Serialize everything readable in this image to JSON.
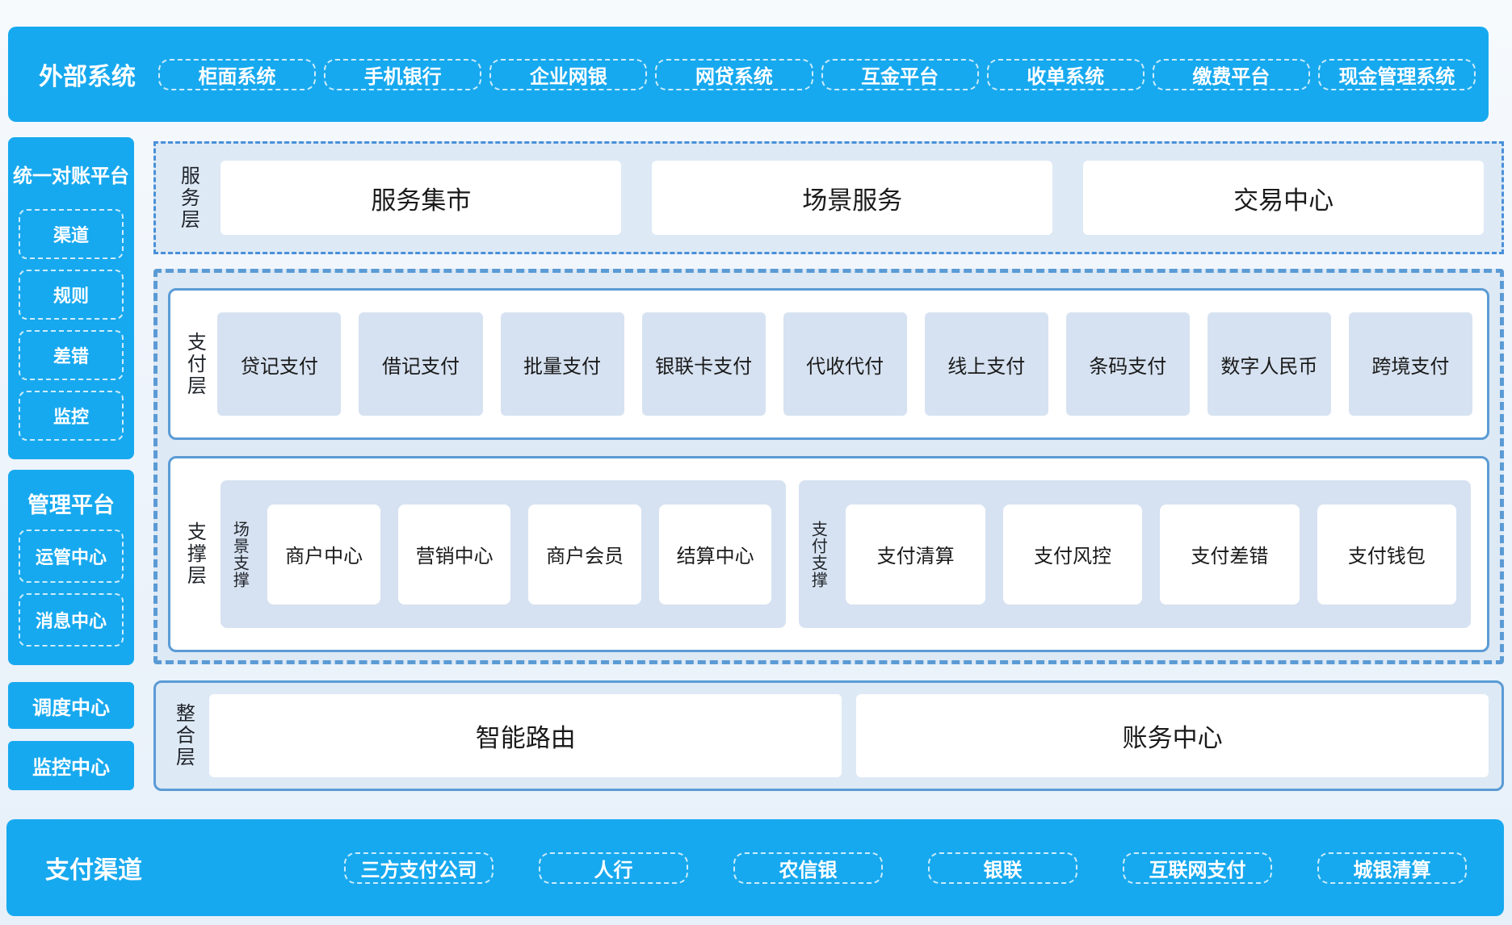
{
  "colors": {
    "accent_blue": "#17a9ef",
    "section_bg": "#dde9f5",
    "item_bg": "#d6e2f1",
    "border_blue": "#5b9bd5",
    "dashdot_blue": "#4a90d9",
    "text_dark": "#1a1a1a",
    "white": "#ffffff"
  },
  "external_systems": {
    "title": "外部系统",
    "items": [
      "柜面系统",
      "手机银行",
      "企业网银",
      "网贷系统",
      "互金平台",
      "收单系统",
      "缴费平台",
      "现金管理系统"
    ]
  },
  "sidebar": {
    "reconciliation": {
      "title": "统一对账平台",
      "items": [
        "渠道",
        "规则",
        "差错",
        "监控"
      ]
    },
    "management": {
      "title": "管理平台",
      "items": [
        "运管中心",
        "消息中心"
      ]
    },
    "dispatch_center": "调度中心",
    "monitor_center": "监控中心"
  },
  "service_layer": {
    "label": "服务层",
    "items": [
      "服务集市",
      "场景服务",
      "交易中心"
    ]
  },
  "payment_layer": {
    "label": "支付层",
    "items": [
      "贷记支付",
      "借记支付",
      "批量支付",
      "银联卡支付",
      "代收代付",
      "线上支付",
      "条码支付",
      "数字人民币",
      "跨境支付"
    ]
  },
  "support_layer": {
    "label": "支撑层",
    "groups": [
      {
        "label": "场景支撑",
        "items": [
          "商户中心",
          "营销中心",
          "商户会员",
          "结算中心"
        ]
      },
      {
        "label": "支付支撑",
        "items": [
          "支付清算",
          "支付风控",
          "支付差错",
          "支付钱包"
        ]
      }
    ]
  },
  "integration_layer": {
    "label": "整合层",
    "items": [
      "智能路由",
      "账务中心"
    ]
  },
  "payment_channels": {
    "title": "支付渠道",
    "items": [
      "三方支付公司",
      "人行",
      "农信银",
      "银联",
      "互联网支付",
      "城银清算"
    ]
  }
}
